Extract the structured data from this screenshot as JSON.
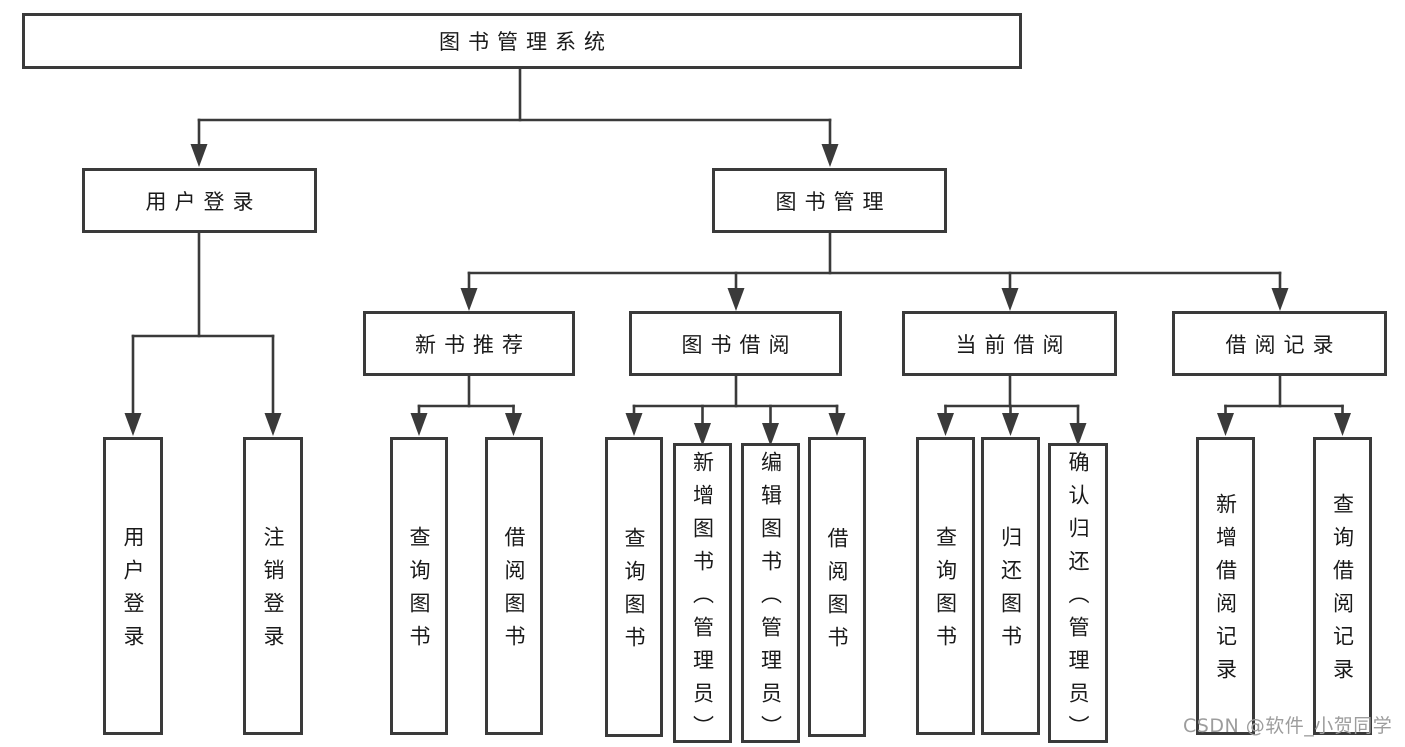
{
  "colors": {
    "background": "#ffffff",
    "line": "#3a3a3a",
    "box_border": "#3a3a3a",
    "text": "#1a1a1a",
    "watermark": "#9d9d9d"
  },
  "watermark": {
    "text": "CSDN @软件_小贺同学"
  },
  "tree": {
    "root": {
      "label": "图书管理系统",
      "children": [
        {
          "label": "用户登录",
          "children": [
            {
              "label": "用户登录"
            },
            {
              "label": "注销登录"
            }
          ]
        },
        {
          "label": "图书管理",
          "children": [
            {
              "label": "新书推荐",
              "children": [
                {
                  "label": "查询图书"
                },
                {
                  "label": "借阅图书"
                }
              ]
            },
            {
              "label": "图书借阅",
              "children": [
                {
                  "label": "查询图书"
                },
                {
                  "label": "新增图书（管理员）"
                },
                {
                  "label": "编辑图书（管理员）"
                },
                {
                  "label": "借阅图书"
                }
              ]
            },
            {
              "label": "当前借阅",
              "children": [
                {
                  "label": "查询图书"
                },
                {
                  "label": "归还图书"
                },
                {
                  "label": "确认归还（管理员）"
                }
              ]
            },
            {
              "label": "借阅记录",
              "children": [
                {
                  "label": "新增借阅记录"
                },
                {
                  "label": "查询借阅记录"
                }
              ]
            }
          ]
        }
      ]
    }
  }
}
